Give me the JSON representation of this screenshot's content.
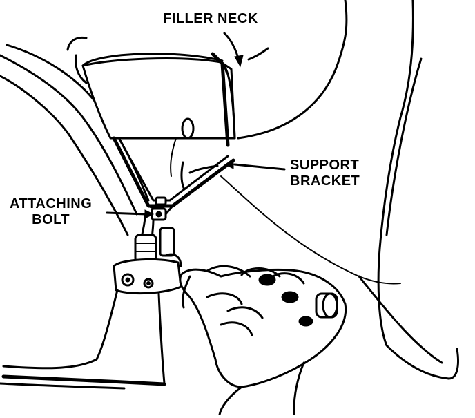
{
  "labels": {
    "filler_neck": "FILLER NECK",
    "support_bracket": "SUPPORT\nBRACKET",
    "attaching_bolt": "ATTACHING\nBOLT"
  },
  "colors": {
    "ink": "#000000",
    "paper": "#ffffff"
  }
}
